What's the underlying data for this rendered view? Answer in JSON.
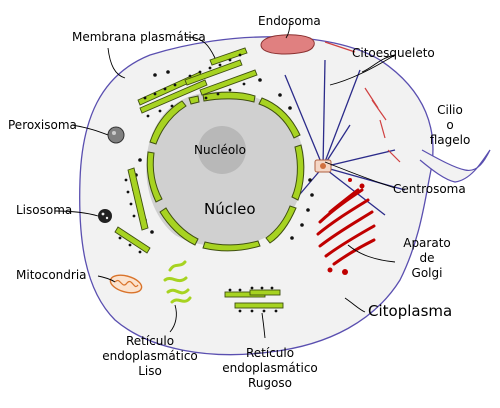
{
  "labels": {
    "membrana": "Membrana plasmática",
    "endosoma": "Endosoma",
    "citoesqueleto": "Citoesqueleto",
    "cilio_1": "Cilio",
    "cilio_2": "o",
    "cilio_3": "flagelo",
    "peroxisoma": "Peroxisoma",
    "nucleolo": "Nucléolo",
    "nucleo": "Núcleo",
    "centrosoma": "Centrosoma",
    "lisosoma": "Lisosoma",
    "aparato_1": "Aparato",
    "aparato_2": "de",
    "aparato_3": "Golgi",
    "mitocondria": "Mitocondria",
    "citoplasma": "Citoplasma",
    "rel_1": "Retículo",
    "rel_2": "endoplasmático",
    "rel_3": "Liso",
    "rer_1": "Retículo",
    "rer_2": "endoplasmático",
    "rer_3": "Rugoso"
  },
  "colors": {
    "membrane": "#5a4fb0",
    "cytoplasm": "#f2f2f2",
    "er_green": "#a7d321",
    "nucleus_fill": "#d0d0d0",
    "nucleolus": "#b8b8b8",
    "endosome": "#e08080",
    "golgi": "#c00000",
    "mitochondria": "#d9732a",
    "cytoskeleton_dark": "#2b2b8a",
    "cytoskeleton_red": "#d04040",
    "peroxisome": "#808080"
  }
}
